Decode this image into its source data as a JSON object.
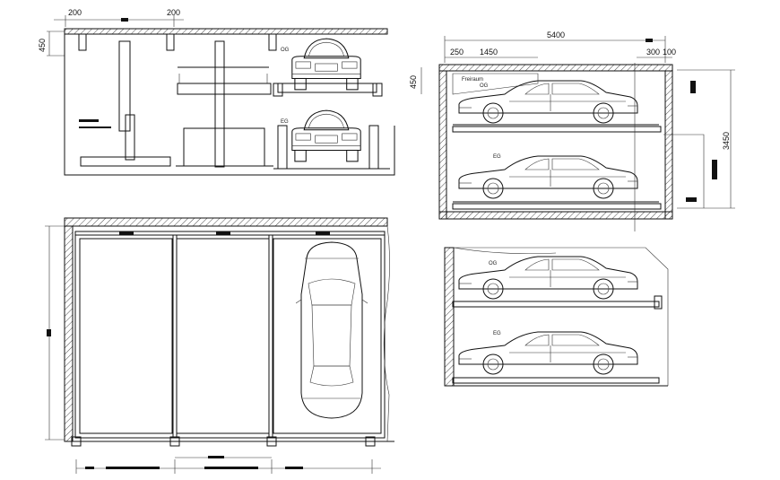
{
  "dimensions": {
    "front_left_dim": "200",
    "front_right_dim": "200",
    "front_height_dim": "450",
    "section_width": "5400",
    "section_left_offset": "250",
    "section_span": "1450",
    "section_right_a": "300",
    "section_right_b": "100",
    "section_pit_dim": "450",
    "section_total_height": "3450"
  },
  "level_tags": {
    "upper_front": "OG",
    "lower_front": "EG",
    "upper_section": "OG",
    "lower_section": "EG",
    "upper_section_2": "OG",
    "lower_section_2": "EG",
    "clearance_note": "Freiraum"
  }
}
